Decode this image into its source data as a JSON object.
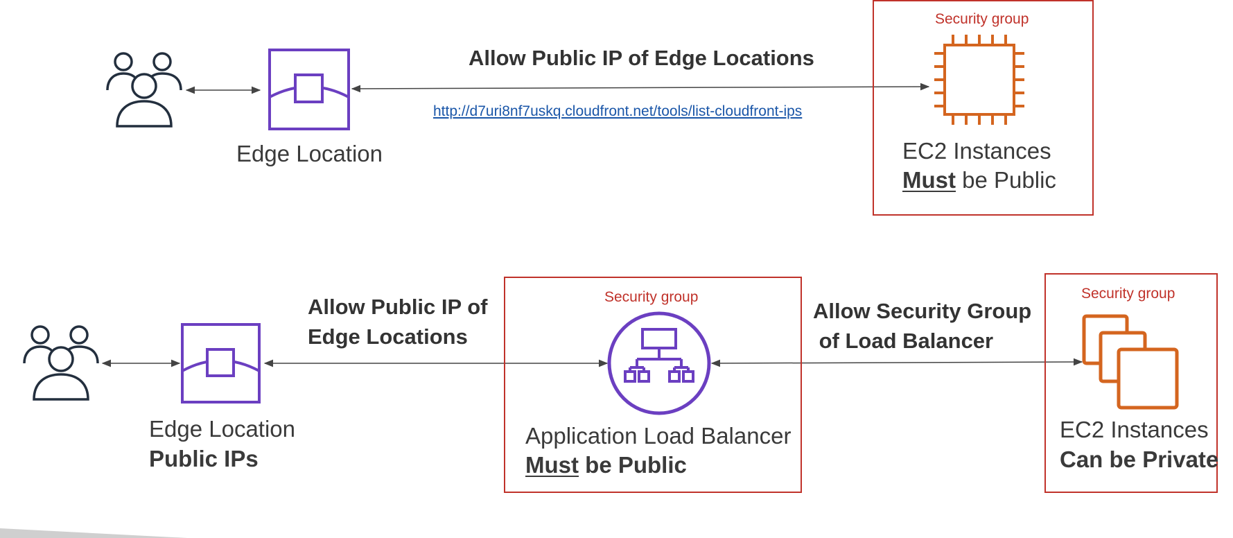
{
  "colors": {
    "security_group": "#C0322A",
    "edge_location": "#6B3FC1",
    "alb": "#6B3FC1",
    "ec2": "#D4651F",
    "users": "#232F3E",
    "arrow": "#444444",
    "link": "#1a56a8"
  },
  "icons": {
    "users": "users-icon",
    "edge_location": "edge-location-icon",
    "ec2_chip": "ec2-instance-icon",
    "alb": "application-load-balancer-icon",
    "ec2_multi": "ec2-instances-icon"
  },
  "top_flow": {
    "edge_location_label": "Edge Location",
    "arrow_label": "Allow Public IP of Edge Locations",
    "link_text": "http://d7uri8nf7uskq.cloudfront.net/tools/list-cloudfront-ips",
    "security_group_label": "Security group",
    "ec2_line1": "EC2 Instances",
    "ec2_must": "Must",
    "ec2_rest": " be Public"
  },
  "bottom_flow": {
    "edge_location_label": "Edge Location",
    "edge_location_sublabel": "Public IPs",
    "arrow1_line1": "Allow Public IP of",
    "arrow1_line2": "Edge Locations",
    "alb_security_group_label": "Security group",
    "alb_line1": "Application Load Balancer",
    "alb_must": "Must",
    "alb_rest": " be Public",
    "arrow2_line1": "Allow Security Group",
    "arrow2_line2": " of Load Balancer",
    "ec2_security_group_label": "Security group",
    "ec2_line1": "EC2 Instances",
    "ec2_line2": "Can be Private"
  }
}
